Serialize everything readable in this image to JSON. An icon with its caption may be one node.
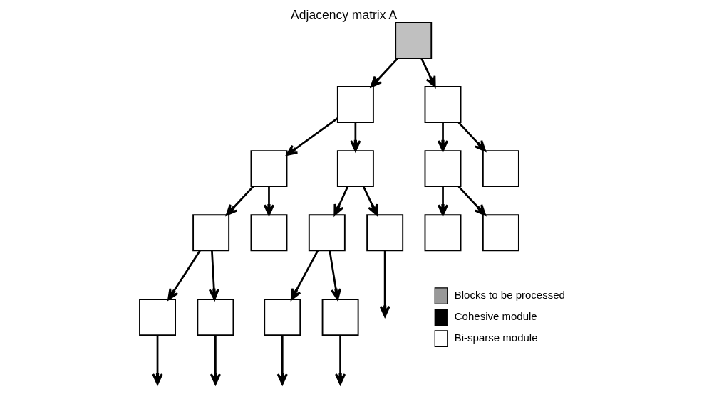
{
  "diagram": {
    "nodes": [
      {
        "text": [],
        "shape": "box",
        "beside": [
          "Adjacency matrix A"
        ]
      },
      {
        "text": [],
        "shape": "box"
      },
      {
        "text": [],
        "shape": "box"
      },
      {
        "text": [],
        "shape": "box"
      },
      {
        "text": [],
        "shape": "box"
      },
      {
        "text": [],
        "shape": "box"
      },
      {
        "text": [],
        "shape": "box"
      },
      {
        "text": [],
        "shape": "box"
      },
      {
        "text": [],
        "shape": "box"
      },
      {
        "text": [],
        "shape": "box"
      },
      {
        "text": [],
        "shape": "box"
      },
      {
        "text": [],
        "shape": "box"
      },
      {
        "text": [],
        "shape": "box"
      },
      {
        "text": [],
        "shape": "box"
      },
      {
        "text": [],
        "shape": "box"
      },
      {
        "text": [],
        "shape": "box"
      },
      {
        "text": [],
        "shape": "box"
      }
    ],
    "edges": [
      {
        "from": 0,
        "to": 1,
        "arrow": "to"
      },
      {
        "from": 0,
        "to": 2,
        "arrow": "to"
      },
      {
        "from": 1,
        "to": 3,
        "arrow": "to"
      },
      {
        "from": 1,
        "to": 4,
        "arrow": "to"
      },
      {
        "from": 2,
        "to": 5,
        "arrow": "to"
      },
      {
        "from": 2,
        "to": 6,
        "arrow": "to"
      },
      {
        "from": 3,
        "to": 7,
        "arrow": "to"
      },
      {
        "from": 3,
        "to": 8,
        "arrow": "to"
      },
      {
        "from": 4,
        "to": 9,
        "arrow": "to"
      },
      {
        "from": 4,
        "to": 10,
        "arrow": "to"
      },
      {
        "from": 5,
        "to": 11,
        "arrow": "to"
      },
      {
        "from": 5,
        "to": 12,
        "arrow": "to"
      },
      {
        "from": 7,
        "to": 13,
        "arrow": "to"
      },
      {
        "from": 7,
        "to": 14,
        "arrow": "to"
      },
      {
        "from": 9,
        "to": 15,
        "arrow": "to"
      },
      {
        "from": 9,
        "to": 16,
        "arrow": "to"
      },
      {
        "from": 10,
        "to": null,
        "arrow": "to"
      },
      {
        "from": 13,
        "to": null,
        "arrow": "to"
      },
      {
        "from": 14,
        "to": null,
        "arrow": "to"
      },
      {
        "from": 15,
        "to": null,
        "arrow": "to"
      },
      {
        "from": 16,
        "to": null,
        "arrow": "to"
      }
    ],
    "legend": [
      {
        "text": "Blocks to be processed",
        "color": "#999999"
      },
      {
        "text": "Cohesive module",
        "color": "#000000"
      },
      {
        "text": "Bi-sparse module",
        "color": "#ffffff"
      }
    ]
  }
}
